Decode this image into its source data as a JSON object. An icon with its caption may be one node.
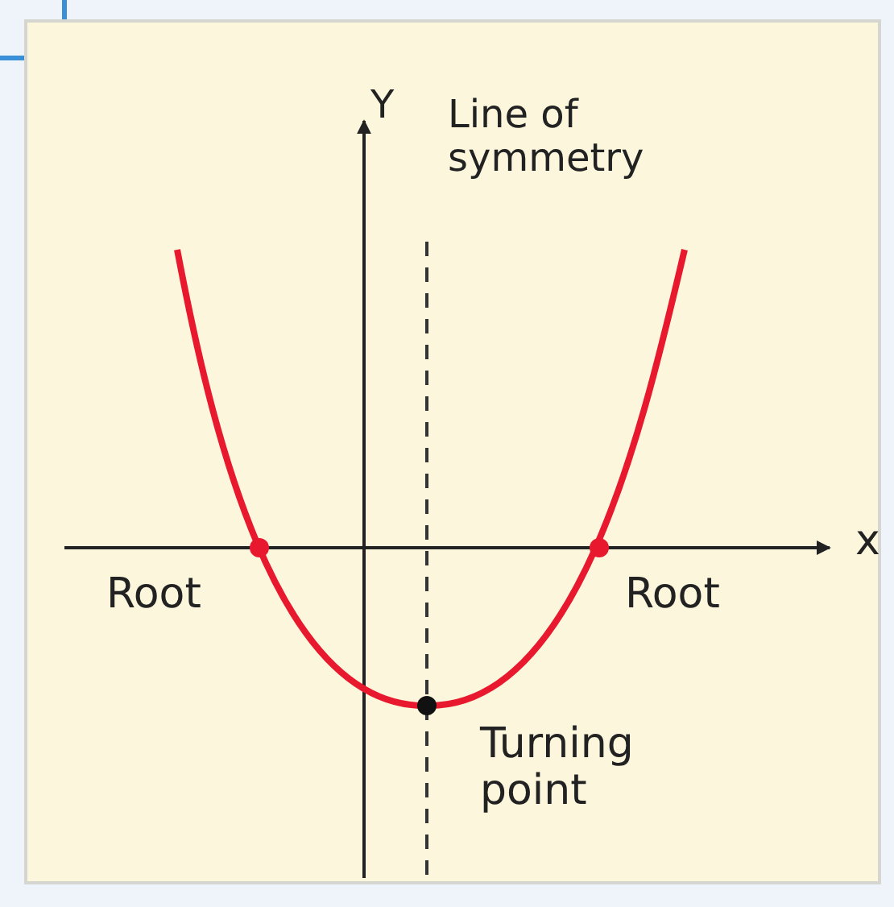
{
  "diagram": {
    "labels": [
      "Y",
      "Line of symmetry",
      "x",
      "Root",
      "Root",
      "Turning point"
    ]
  }
}
